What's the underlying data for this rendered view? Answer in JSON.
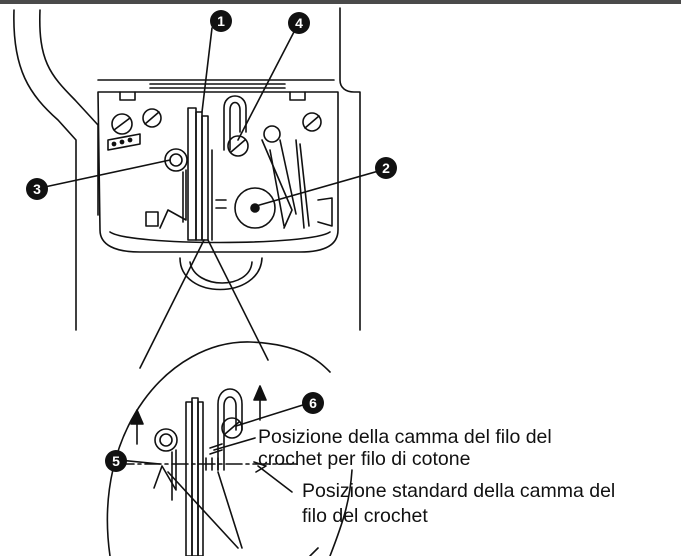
{
  "callouts": {
    "c1": "1",
    "c2": "2",
    "c3": "3",
    "c4": "4",
    "c5": "5",
    "c6": "6"
  },
  "labels": {
    "cotton_line1": "Posizione della camma del filo del",
    "cotton_line2": "crochet per filo di cotone",
    "standard_line1": "Posizione standard della camma del",
    "standard_line2": "filo del crochet"
  },
  "colors": {
    "ink": "#111111",
    "rule": "#4a4a4a",
    "background": "#ffffff"
  }
}
